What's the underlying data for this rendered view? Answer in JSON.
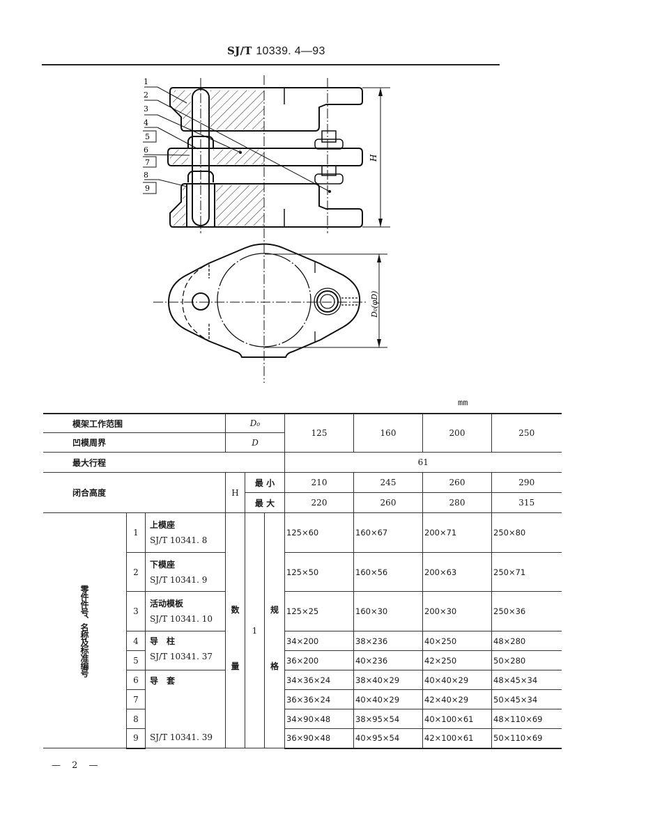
{
  "header": {
    "standard_prefix": "SJ/T",
    "standard_number": "10339. 4—93"
  },
  "drawing": {
    "callouts": [
      "1",
      "2",
      "3",
      "4",
      "5",
      "6",
      "7",
      "8",
      "9"
    ],
    "dimension_height": "H",
    "dimension_diameter": "D₀(φD)"
  },
  "table": {
    "unit": "mm",
    "rows_header": {
      "work_range": {
        "label": "模架工作范围",
        "symbol": "D₀"
      },
      "die_perimeter": {
        "label": "凹模周界",
        "symbol": "D"
      },
      "sizes": [
        "125",
        "160",
        "200",
        "250"
      ],
      "max_stroke": {
        "label": "最大行程",
        "value": "61"
      },
      "closed_height": {
        "label": "闭合高度",
        "symbol": "H",
        "min_label": "最 小",
        "max_label": "最 大",
        "min_values": [
          "210",
          "245",
          "260",
          "290"
        ],
        "max_values": [
          "220",
          "260",
          "280",
          "315"
        ]
      }
    },
    "side_label": "零件件号、名称及标准编号",
    "qty_label_top": "数",
    "qty_label_bottom": "量",
    "qty_value": "1",
    "spec_label_top": "规",
    "spec_label_bottom": "格",
    "parts": [
      {
        "no": "1",
        "name": "上模座",
        "std": "SJ/T 10341. 8",
        "values": [
          "125×60",
          "160×67",
          "200×71",
          "250×80"
        ]
      },
      {
        "no": "2",
        "name": "下模座",
        "std": "SJ/T 10341. 9",
        "values": [
          "125×50",
          "160×56",
          "200×63",
          "250×71"
        ]
      },
      {
        "no": "3",
        "name": "活动模板",
        "std": "SJ/T 10341. 10",
        "values": [
          "125×25",
          "160×30",
          "200×30",
          "250×36"
        ]
      },
      {
        "no": "4",
        "name": "导　柱",
        "std": "",
        "values": [
          "34×200",
          "38×236",
          "40×250",
          "48×280"
        ]
      },
      {
        "no": "5",
        "name": "",
        "std": "SJ/T 10341. 37",
        "values": [
          "36×200",
          "40×236",
          "42×250",
          "50×280"
        ]
      },
      {
        "no": "6",
        "name": "导　套",
        "std": "",
        "values": [
          "34×36×24",
          "38×40×29",
          "40×40×29",
          "48×45×34"
        ]
      },
      {
        "no": "7",
        "name": "",
        "std": "",
        "values": [
          "36×36×24",
          "40×40×29",
          "42×40×29",
          "50×45×34"
        ]
      },
      {
        "no": "8",
        "name": "",
        "std": "",
        "values": [
          "34×90×48",
          "38×95×54",
          "40×100×61",
          "48×110×69"
        ]
      },
      {
        "no": "9",
        "name": "",
        "std": "SJ/T 10341. 39",
        "values": [
          "36×90×48",
          "40×95×54",
          "42×100×61",
          "50×110×69"
        ]
      }
    ]
  },
  "footer": {
    "page": "— 2 —"
  }
}
